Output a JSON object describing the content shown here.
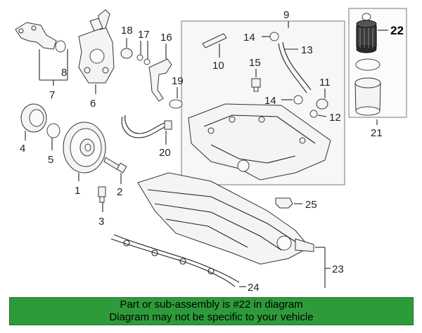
{
  "callouts": {
    "c1": "1",
    "c2": "2",
    "c3": "3",
    "c4": "4",
    "c5": "5",
    "c6": "6",
    "c7": "7",
    "c8": "8",
    "c9": "9",
    "c10": "10",
    "c11": "11",
    "c12": "12",
    "c13": "13",
    "c14a": "14",
    "c14b": "14",
    "c15": "15",
    "c16": "16",
    "c17": "17",
    "c18": "18",
    "c19": "19",
    "c20": "20",
    "c21": "21",
    "c22": "22",
    "c23": "23",
    "c24": "24",
    "c25": "25"
  },
  "banner": {
    "line1": "Part or sub-assembly is #22 in diagram",
    "line2": "Diagram may not be specific to your vehicle"
  },
  "colors": {
    "banner_bg": "#2e9b3a",
    "highlight_part": "#3a3a3a"
  }
}
